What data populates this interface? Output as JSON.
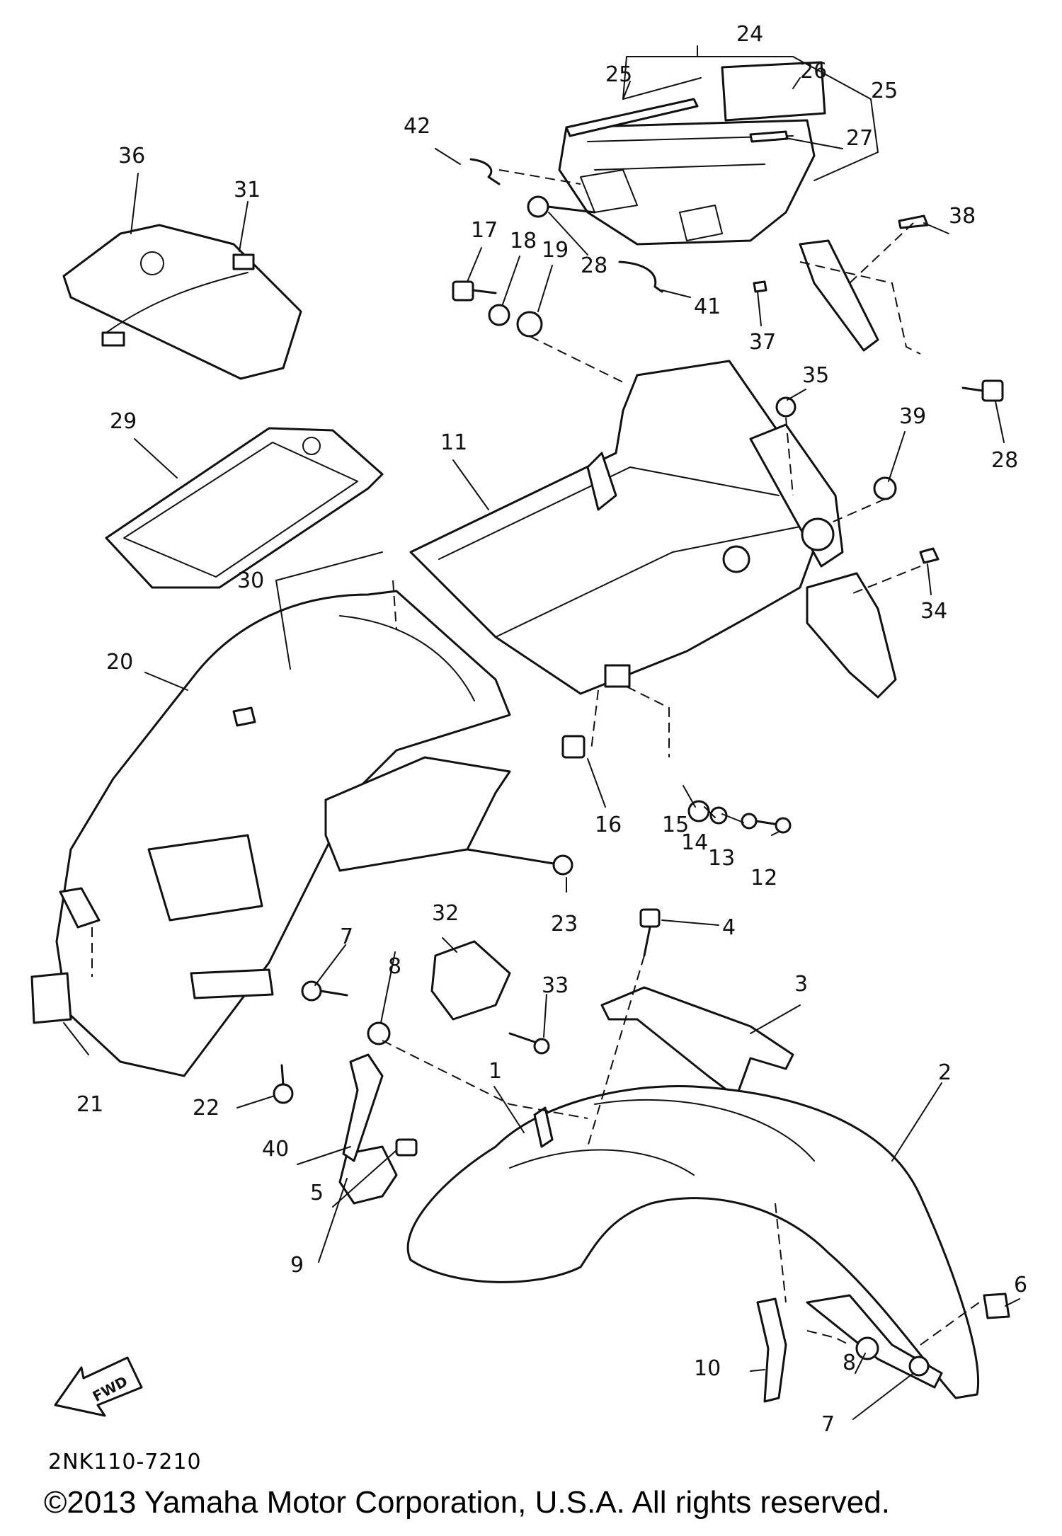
{
  "diagram": {
    "callouts": [
      {
        "id": "c24",
        "label": "24"
      },
      {
        "id": "c25a",
        "label": "25"
      },
      {
        "id": "c26",
        "label": "26"
      },
      {
        "id": "c25b",
        "label": "25"
      },
      {
        "id": "c27",
        "label": "27"
      },
      {
        "id": "c42",
        "label": "42"
      },
      {
        "id": "c36",
        "label": "36"
      },
      {
        "id": "c31",
        "label": "31"
      },
      {
        "id": "c38",
        "label": "38"
      },
      {
        "id": "c17",
        "label": "17"
      },
      {
        "id": "c18",
        "label": "18"
      },
      {
        "id": "c19",
        "label": "19"
      },
      {
        "id": "c28a",
        "label": "28"
      },
      {
        "id": "c41",
        "label": "41"
      },
      {
        "id": "c37",
        "label": "37"
      },
      {
        "id": "c35",
        "label": "35"
      },
      {
        "id": "c28b",
        "label": "28"
      },
      {
        "id": "c29",
        "label": "29"
      },
      {
        "id": "c11",
        "label": "11"
      },
      {
        "id": "c39",
        "label": "39"
      },
      {
        "id": "c34",
        "label": "34"
      },
      {
        "id": "c30",
        "label": "30"
      },
      {
        "id": "c20",
        "label": "20"
      },
      {
        "id": "c16",
        "label": "16"
      },
      {
        "id": "c15",
        "label": "15"
      },
      {
        "id": "c14",
        "label": "14"
      },
      {
        "id": "c13",
        "label": "13"
      },
      {
        "id": "c12",
        "label": "12"
      },
      {
        "id": "c23",
        "label": "23"
      },
      {
        "id": "c4",
        "label": "4"
      },
      {
        "id": "c32",
        "label": "32"
      },
      {
        "id": "c7a",
        "label": "7"
      },
      {
        "id": "c8a",
        "label": "8"
      },
      {
        "id": "c33",
        "label": "33"
      },
      {
        "id": "c3",
        "label": "3"
      },
      {
        "id": "c21",
        "label": "21"
      },
      {
        "id": "c22",
        "label": "22"
      },
      {
        "id": "c1",
        "label": "1"
      },
      {
        "id": "c2",
        "label": "2"
      },
      {
        "id": "c40",
        "label": "40"
      },
      {
        "id": "c5",
        "label": "5"
      },
      {
        "id": "c9",
        "label": "9"
      },
      {
        "id": "c6",
        "label": "6"
      },
      {
        "id": "c10",
        "label": "10"
      },
      {
        "id": "c8b",
        "label": "8"
      },
      {
        "id": "c7b",
        "label": "7"
      }
    ],
    "fwd_label": "FWD"
  },
  "footer": {
    "diagram_code": "2NK110-7210",
    "copyright": "©2013 Yamaha Motor Corporation, U.S.A. All rights reserved."
  }
}
